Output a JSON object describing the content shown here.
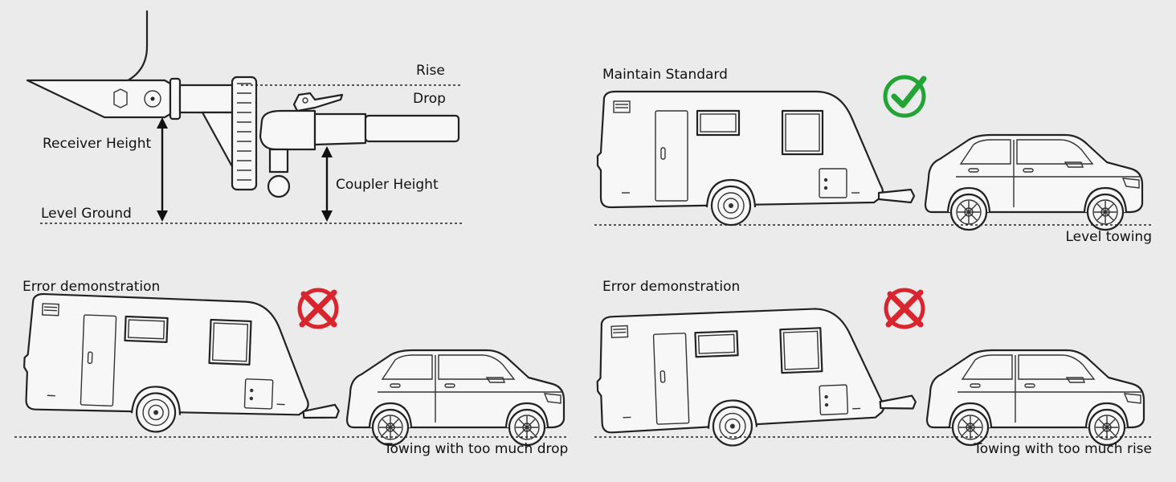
{
  "hitch_diagram": {
    "rise_label": "Rise",
    "drop_label": "Drop",
    "receiver_height_label": "Receiver Height",
    "coupler_height_label": "Coupler Height",
    "level_ground_label": "Level Ground"
  },
  "panels": [
    {
      "heading": "Maintain Standard",
      "caption": "Level towing",
      "status": "correct",
      "status_color": "#22a535",
      "icon": "checkmark-icon"
    },
    {
      "heading": "Error demonstration",
      "caption": "Towing with too much drop",
      "status": "incorrect",
      "status_color": "#d9252e",
      "icon": "cross-icon"
    },
    {
      "heading": "Error demonstration",
      "caption": "Towing with too much rise",
      "status": "incorrect",
      "status_color": "#d9252e",
      "icon": "cross-icon"
    }
  ],
  "colors": {
    "background": "#ebebeb",
    "line": "#222222"
  }
}
